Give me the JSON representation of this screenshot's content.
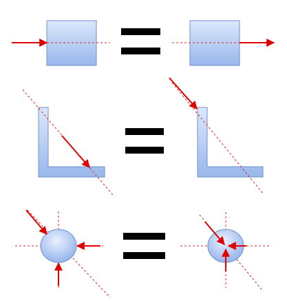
{
  "diagram": {
    "rows": [
      {
        "name": "row-rectangle",
        "operator": "equals"
      },
      {
        "name": "row-l-shape",
        "operator": "equals"
      },
      {
        "name": "row-circle",
        "operator": "equals"
      }
    ],
    "colors": {
      "shape_fill_top": "#dce8fb",
      "shape_fill_bottom": "#98b7ec",
      "shape_stroke": "#6f91c9",
      "line": "#e02020",
      "arrow": "#e00000",
      "equals": "#000000",
      "background": "#ffffff"
    }
  }
}
